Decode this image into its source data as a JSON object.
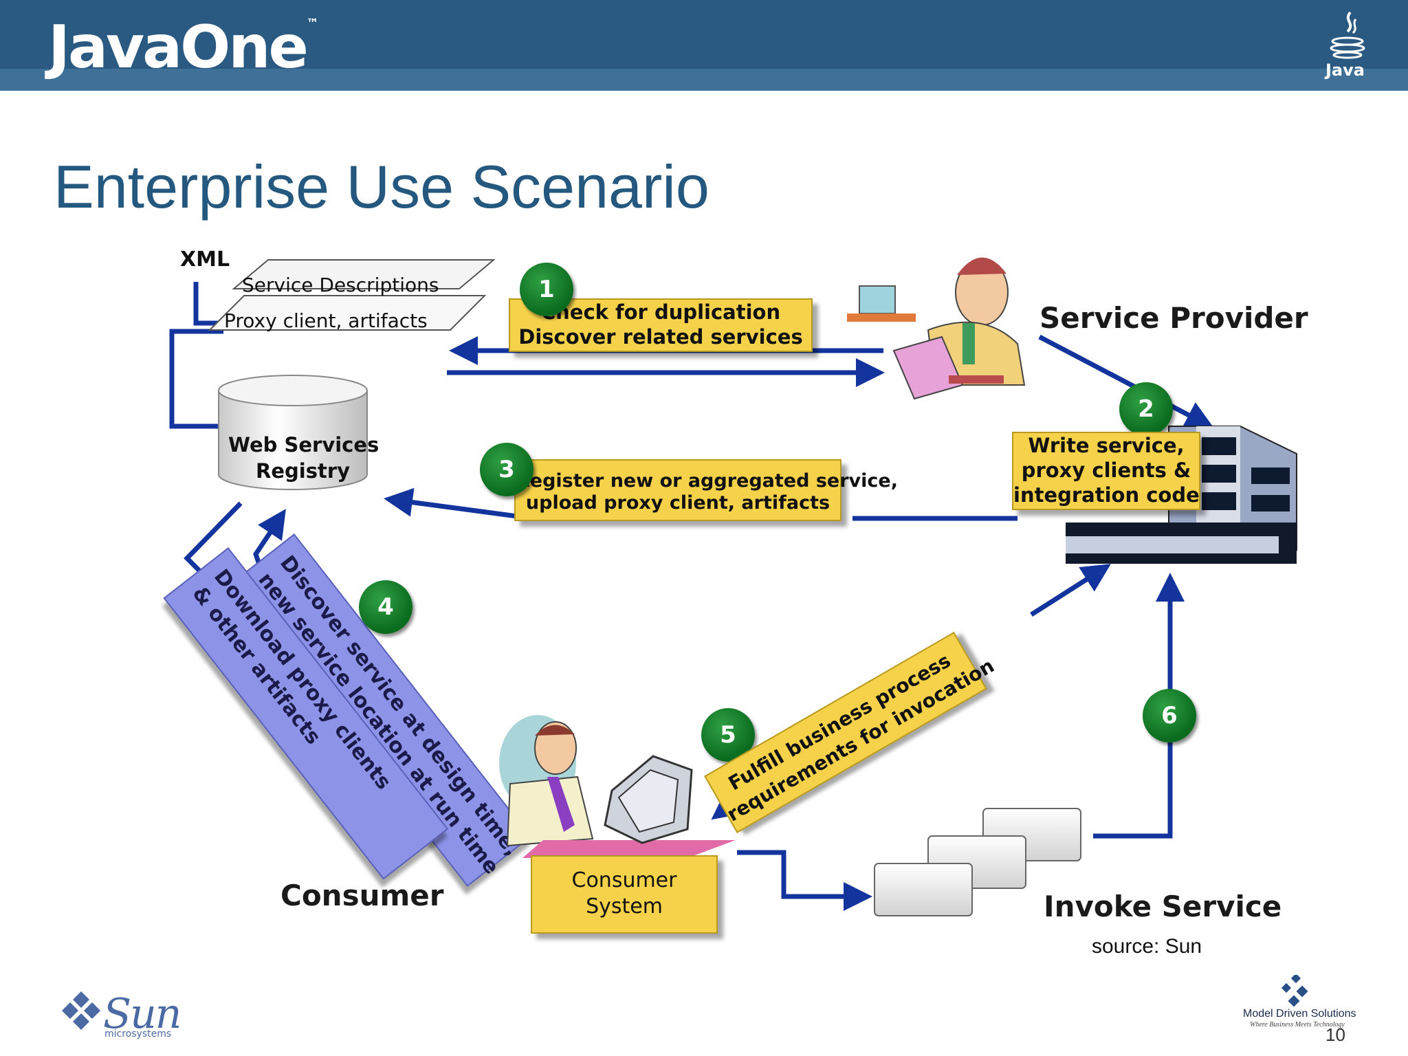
{
  "header": {
    "brand": "JavaOne",
    "brand_tm": "™",
    "java_logo_text": "Java"
  },
  "slide": {
    "title": "Enterprise Use Scenario",
    "source": "source: Sun",
    "page_number": "10"
  },
  "diagram": {
    "xml_label": "XML",
    "xml_items": [
      "Service Descriptions",
      "Proxy client, artifacts"
    ],
    "registry_lines": [
      "Web Services",
      "Registry"
    ],
    "roles": {
      "service_provider": "Service Provider",
      "consumer": "Consumer",
      "invoke_service": "Invoke Service"
    },
    "steps": [
      {
        "number": "1",
        "lines": [
          "Check for duplication",
          "Discover related services"
        ]
      },
      {
        "number": "2",
        "lines": [
          "Write service,",
          "proxy clients &",
          "integration code"
        ]
      },
      {
        "number": "3",
        "lines": [
          "Register new or aggregated service,",
          "upload proxy client, artifacts"
        ]
      },
      {
        "number": "4",
        "lines": [
          "Discover service at design time,",
          "new service location at run time"
        ]
      },
      {
        "number": "5",
        "lines": [
          "Fulfill business process",
          "requirements for invocation"
        ]
      },
      {
        "number": "6",
        "lines": []
      }
    ],
    "download_lines": [
      "Download proxy clients",
      "& other artifacts"
    ],
    "consumer_system_lines": [
      "Consumer",
      "System"
    ],
    "colors": {
      "arrow": "#12349c",
      "yellow_box": "#f5d24a",
      "purple_box": "#8d94e8",
      "step_badge": "#0a6a1e"
    }
  },
  "footer": {
    "sun_logo": "Sun",
    "sun_sub": "microsystems",
    "mds_name": "Model Driven Solutions",
    "mds_tagline": "Where Business Meets Technology"
  }
}
